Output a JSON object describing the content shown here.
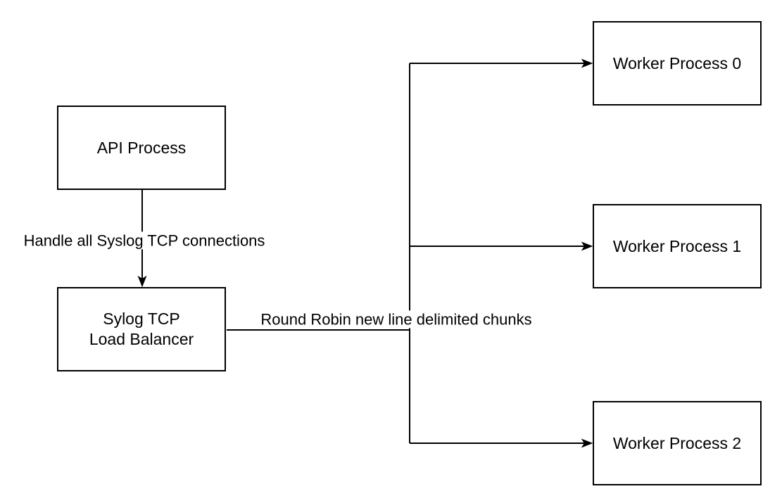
{
  "diagram": {
    "background": "#ffffff",
    "stroke_color": "#000000",
    "text_color": "#000000",
    "nodes": [
      {
        "id": "api-process",
        "label": "API Process"
      },
      {
        "id": "syslog-tcp-load-balancer",
        "label": "Sylog TCP\nLoad Balancer"
      },
      {
        "id": "worker-process-0",
        "label": "Worker Process 0"
      },
      {
        "id": "worker-process-1",
        "label": "Worker Process 1"
      },
      {
        "id": "worker-process-2",
        "label": "Worker Process 2"
      }
    ],
    "edges": [
      {
        "id": "api-to-load-balancer",
        "label": "Handle all Syslog TCP connections"
      },
      {
        "id": "load-balancer-to-workers",
        "label": "Round Robin new line delimited chunks"
      }
    ]
  }
}
